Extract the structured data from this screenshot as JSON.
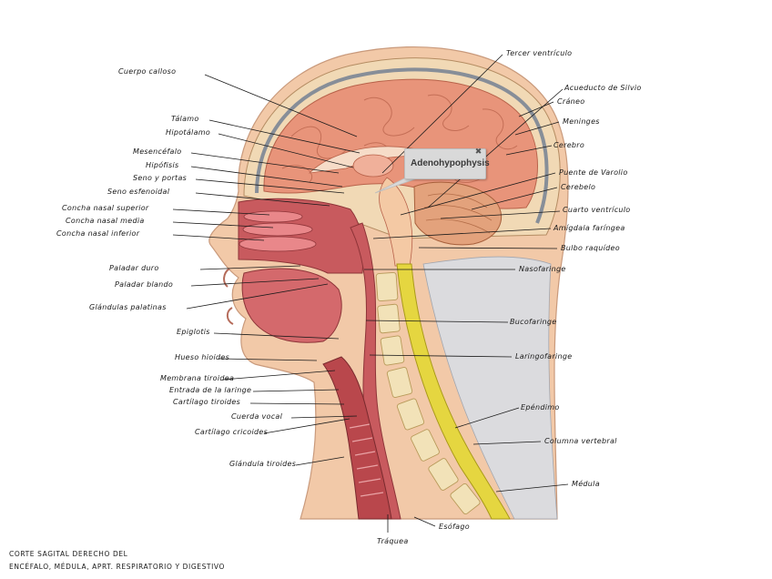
{
  "labels_left": [
    "Cuerpo calloso",
    "Tálamo",
    "Hipotálamo",
    "Mesencéfalo",
    "Hipófisis",
    "Seno y portas",
    "Seno esfenoidal",
    "Concha nasal superior",
    "Concha nasal media",
    "Concha nasal inferior",
    "Paladar duro",
    "Paladar blando",
    "Glándulas palatinas",
    "Epiglotis",
    "Hueso hioides",
    "Membrana tiroidea",
    "Entrada de la laringe",
    "Cartílago tiroides",
    "Cuerda vocal",
    "Cartílago cricoides",
    "Glándula tiroides"
  ],
  "labels_right": [
    "Tercer ventrículo",
    "Acueducto de Silvio",
    "Cráneo",
    "Meninges",
    "Cerebro",
    "Puente de Varolio",
    "Cerebelo",
    "Cuarto ventrículo",
    "Amígdala faríngea",
    "Bulbo raquídeo",
    "Nasofaringe",
    "Bucofaringe",
    "Laringofaringe",
    "Epéndimo",
    "Columna vertebral",
    "Médula",
    "Esófago",
    "Tráquea"
  ],
  "tooltip": {
    "text": "Adenohypophysis",
    "close": "✖"
  },
  "caption": {
    "line1": "CORTE SAGITAL DERECHO DEL",
    "line2": "ENCÉFALO, MÉDULA, APRT. RESPIRATORIO Y DIGESTIVO"
  },
  "colors": {
    "brain": "#e8947a",
    "skull": "#f1d9b5",
    "cord": "#e5d640",
    "mucosa": "#c85a5e",
    "skin": "#f2c9a8"
  }
}
